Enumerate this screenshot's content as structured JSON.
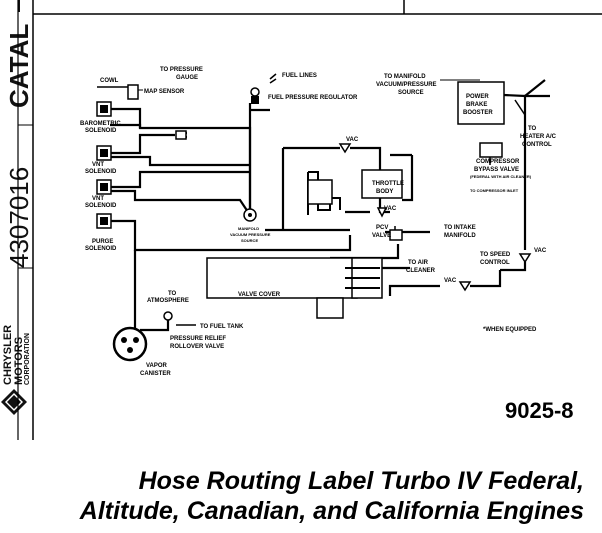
{
  "sidebar": {
    "catalog_text": "4307016",
    "catal_text": "CATAL",
    "brand_line1": "CHRYSLER",
    "brand_line2": "MOTORS",
    "brand_line3": "CORPORATION"
  },
  "labels": {
    "cowl": "COWL",
    "map_sensor": "MAP SENSOR",
    "to_pressure_gauge_1": "TO PRESSURE",
    "to_pressure_gauge_2": "GAUGE",
    "fuel_lines": "FUEL LINES",
    "fuel_pressure_regulator": "FUEL PRESSURE REGULATOR",
    "to_manifold_1": "TO MANIFOLD",
    "to_manifold_2": "VACUUM/PRESSURE",
    "to_manifold_3": "SOURCE",
    "power_brake_1": "POWER",
    "power_brake_2": "BRAKE",
    "power_brake_3": "BOOSTER",
    "to_heater_1": "TO",
    "to_heater_2": "HEATER A/C",
    "to_heater_3": "CONTROL",
    "barometric_1": "BAROMETRIC",
    "barometric_2": "SOLENOID",
    "vnt1_1": "VNT",
    "vnt1_2": "SOLENOID",
    "vnt2_1": "VNT",
    "vnt2_2": "SOLENOID",
    "purge_1": "PURGE",
    "purge_2": "SOLENOID",
    "vac_top": "VAC",
    "vac_mid": "VAC",
    "vac_right": "VAC",
    "vac_bottom": "VAC",
    "throttle_1": "THROTTLE",
    "throttle_2": "BODY",
    "compressor_1": "COMPRESSOR",
    "compressor_2": "BYPASS VALVE",
    "compressor_3": "(FEDERAL WITH AIR CLEANER)",
    "to_compressor_inlet": "TO COMPRESSOR INLET",
    "manifold_source_1": "MANIFOLD",
    "manifold_source_2": "VACUUM PRESSURE",
    "manifold_source_3": "SOURCE",
    "pcv_1": "PCV",
    "pcv_2": "VALVE",
    "to_intake_1": "TO INTAKE",
    "to_intake_2": "MANIFOLD",
    "to_air_1": "TO AIR",
    "to_air_2": "CLEANER",
    "to_speed_1": "TO SPEED",
    "to_speed_2": "CONTROL",
    "valve_cover": "VALVE COVER",
    "to_atmosphere_1": "TO",
    "to_atmosphere_2": "ATMOSPHERE",
    "to_fuel_tank": "TO FUEL TANK",
    "pressure_relief_1": "PRESSURE RELIEF",
    "pressure_relief_2": "ROLLOVER VALVE",
    "vapor_1": "VAPOR",
    "vapor_2": "CANISTER",
    "when_equipped": "*WHEN EQUIPPED"
  },
  "figure_code": "9025-8",
  "caption": {
    "line1": "Hose Routing Label Turbo IV Federal,",
    "line2": "Altitude, Canadian, and California Engines"
  }
}
